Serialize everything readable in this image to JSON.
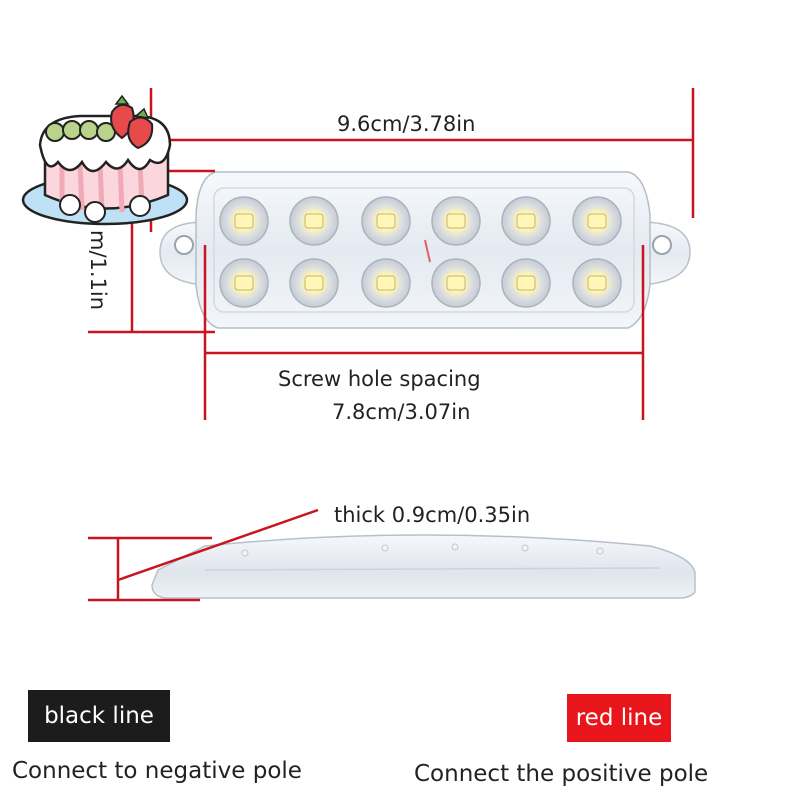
{
  "dimensions": {
    "length": "9.6cm/3.78in",
    "height_partial": "m/1.1in",
    "screw_title": "Screw hole spacing",
    "screw_value": "7.8cm/3.07in",
    "thickness": "thick 0.9cm/0.35in"
  },
  "wiring": {
    "black_label": "black line",
    "black_caption": "Connect to negative pole",
    "red_label": "red line",
    "red_caption": "Connect the positive pole"
  },
  "colors": {
    "dimension_line": "#c8141e",
    "black_tag": "#1c1c1c",
    "red_tag": "#e8151b",
    "lens": "#eef3f8",
    "led_glow": "#fff6b8"
  },
  "decor": {
    "sticker": "cake-with-strawberries-sticker"
  }
}
